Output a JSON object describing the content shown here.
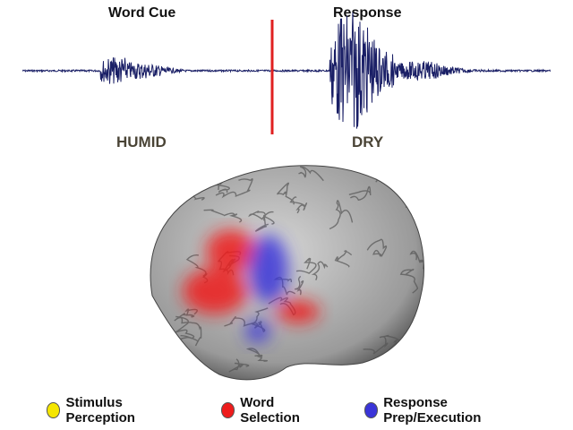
{
  "labels": {
    "cue_title": "Word Cue",
    "response_title": "Response",
    "cue_word": "HUMID",
    "response_word": "DRY"
  },
  "colors": {
    "waveform": "#1a1f66",
    "marker": "#e02020",
    "stimulus": "#f5e600",
    "word_selection": "#ee1c1c",
    "response": "#3a34d8"
  },
  "legend": [
    {
      "label": "Stimulus Perception",
      "color": "#f5e600"
    },
    {
      "label": "Word Selection",
      "color": "#ee1c1c"
    },
    {
      "label": "Response Prep/Execution",
      "color": "#3a34d8"
    }
  ]
}
